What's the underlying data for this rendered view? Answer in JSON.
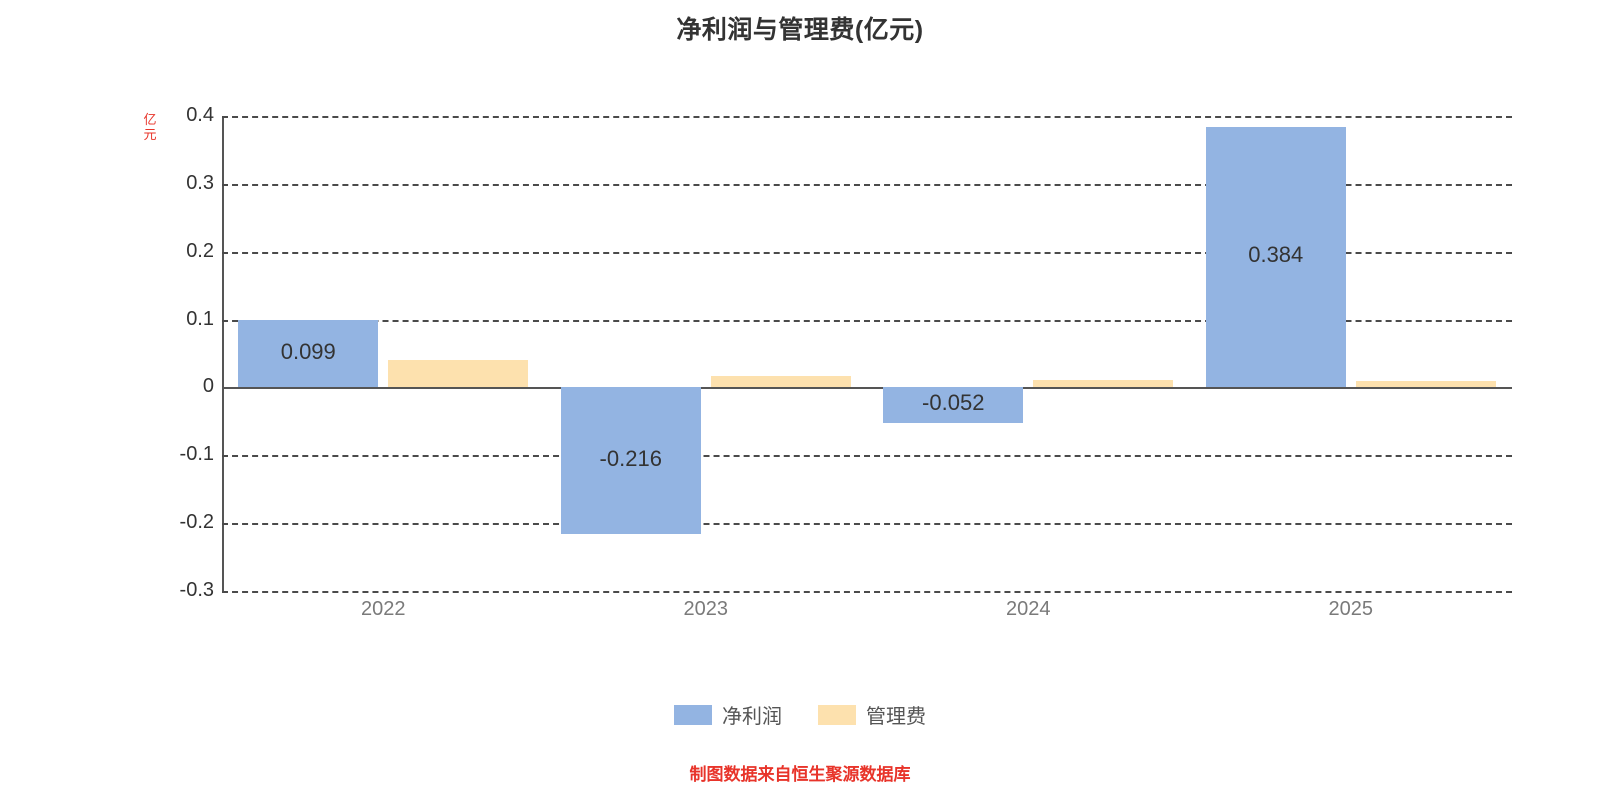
{
  "chart_data": {
    "type": "bar",
    "title": "净利润与管理费(亿元)",
    "xlabel": "",
    "ylabel": "亿元",
    "categories": [
      "2022",
      "2023",
      "2024",
      "2025"
    ],
    "series": [
      {
        "name": "净利润",
        "color": "#93b4e2",
        "values": [
          0.099,
          -0.216,
          -0.052,
          0.384
        ],
        "labels": [
          "0.099",
          "-0.216",
          "-0.052",
          "0.384"
        ]
      },
      {
        "name": "管理费",
        "color": "#fde1ae",
        "values": [
          0.041,
          0.017,
          0.011,
          0.009
        ],
        "labels": [
          "",
          "",
          "",
          ""
        ]
      }
    ],
    "ylim": [
      -0.3,
      0.4
    ],
    "yticks": [
      0.4,
      0.3,
      0.2,
      0.1,
      0,
      -0.1,
      -0.2,
      -0.3
    ],
    "ytick_labels": [
      "0.4",
      "0.3",
      "0.2",
      "0.1",
      "0",
      "-0.1",
      "-0.2",
      "-0.3"
    ],
    "grid": true,
    "grid_style": "dashed-horizontal",
    "legend_position": "bottom"
  },
  "footnote": "制图数据来自恒生聚源数据库"
}
